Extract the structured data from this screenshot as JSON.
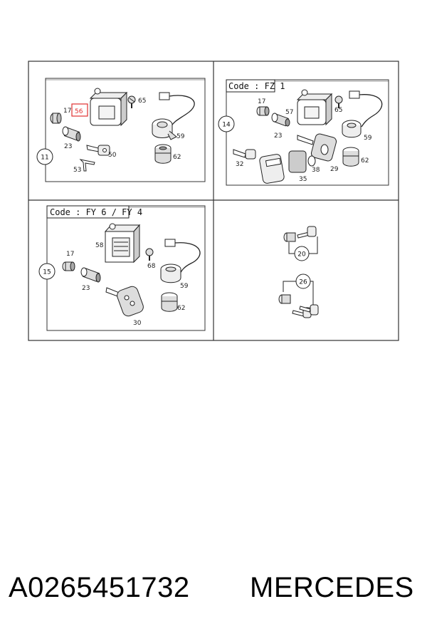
{
  "diagram": {
    "panels": [
      {
        "code_label": "",
        "callout": "11",
        "parts": [
          "17",
          "56",
          "65",
          "59",
          "23",
          "50",
          "62",
          "53"
        ],
        "highlighted_part": "56"
      },
      {
        "code_label": "Code : FZ 1",
        "callout": "14",
        "parts": [
          "17",
          "57",
          "65",
          "23",
          "59",
          "32",
          "62",
          "38",
          "29",
          "35"
        ]
      },
      {
        "code_label": "Code : FY 6 / FY 4",
        "callout": "15",
        "parts": [
          "58",
          "17",
          "68",
          "23",
          "59",
          "62",
          "30"
        ]
      },
      {
        "code_label": "",
        "callouts": [
          "20",
          "26"
        ]
      }
    ]
  },
  "caption": {
    "part_number": "A0265451732",
    "brand": "MERCEDES"
  },
  "colors": {
    "line": "#222222",
    "frame": "#333333",
    "highlight": "#e03030"
  }
}
